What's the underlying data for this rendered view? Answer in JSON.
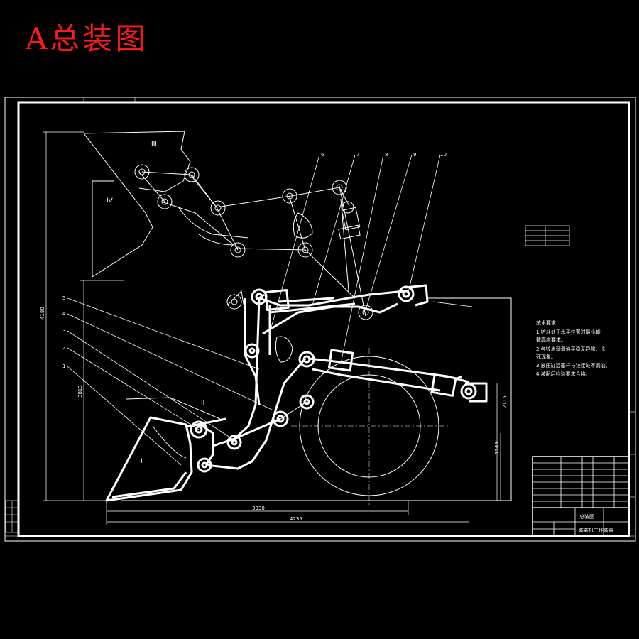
{
  "drawing_title": "A总装图",
  "dimensions": {
    "d_4180": "4180",
    "d_3813": "3813",
    "d_3330": "3330",
    "d_4235": "4235",
    "d_2115": "2115",
    "d_1245": "1245"
  },
  "roman_labels": [
    "I",
    "II",
    "III",
    "IV"
  ],
  "balloons_top": [
    "6",
    "7",
    "8",
    "9",
    "10"
  ],
  "balloons_left": [
    "5",
    "4",
    "3",
    "2",
    "1"
  ],
  "tech_requirements": {
    "heading": "技术要求",
    "lines": [
      "1.铲斗处于水平位置时最小卸",
      "  载高度要求。",
      "2.各铰点润滑油平稳无异常、卡",
      "  死现象。",
      "3.液压缸活塞杆与铰接处不漏油。",
      "4.装配后检验要求合格。"
    ]
  },
  "title_block": {
    "name": "总装图",
    "drawing_title": "装载机工作装置"
  },
  "colors": {
    "background": "#000000",
    "linework": "#ffffff",
    "title": "#ff1a1a"
  }
}
